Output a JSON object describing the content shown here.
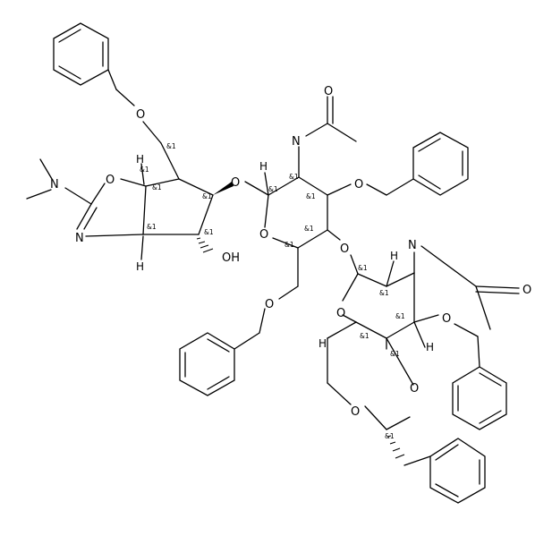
{
  "molecule": {
    "atom_labels": {
      "N_dimethyl": "N",
      "N_ring": "N",
      "N_amide1": "N",
      "N_amide2": "N",
      "H": "H",
      "HO": "OH",
      "O": "O"
    },
    "stereo_label": "&1"
  }
}
